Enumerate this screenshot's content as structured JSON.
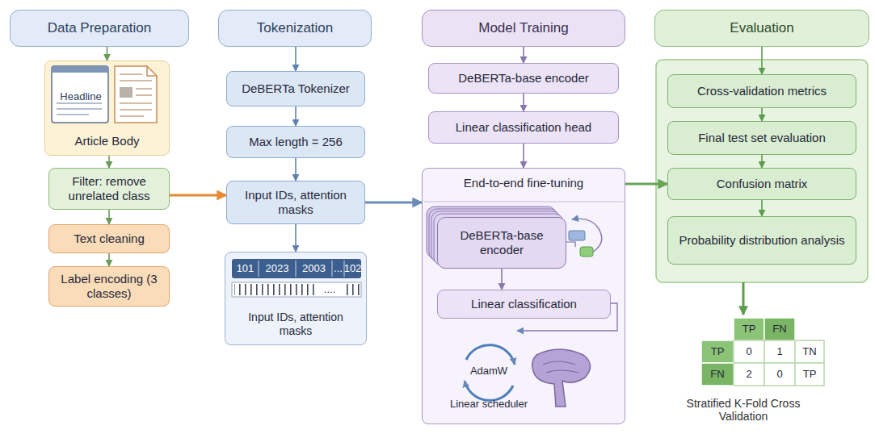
{
  "diagram": {
    "nodes": [
      {
        "text": [
          "Data Preparation"
        ]
      },
      {
        "text": [
          "Headline",
          "Article Body"
        ]
      },
      {
        "text": [
          "Filter: remove unrelated class"
        ]
      },
      {
        "text": [
          "Text cleaning"
        ]
      },
      {
        "text": [
          "Label encoding (3 classes)"
        ]
      },
      {
        "text": [
          "Tokenization"
        ]
      },
      {
        "text": [
          "DeBERTa Tokenizer"
        ]
      },
      {
        "text": [
          "Max length = 256"
        ]
      },
      {
        "text": [
          "Input IDs, attention masks"
        ]
      },
      {
        "text": [
          "Input IDs, attention masks"
        ]
      },
      {
        "text": [
          "Model Training"
        ]
      },
      {
        "text": [
          "DeBERTa-base encoder"
        ]
      },
      {
        "text": [
          "Linear classification head"
        ]
      },
      {
        "text": [
          "End-to-end fine-tuning"
        ]
      },
      {
        "text": [
          "DeBERTa-base encoder"
        ],
        "in": 13
      },
      {
        "text": [
          "Linear classification"
        ],
        "in": 13
      },
      {
        "text": [
          "Evaluation"
        ]
      },
      {
        "text": [
          "Cross-validation metrics"
        ]
      },
      {
        "text": [
          "Final test set evaluation"
        ]
      },
      {
        "text": [
          "Confusion matrix"
        ]
      },
      {
        "text": [
          "Probability distribution analysis"
        ]
      }
    ],
    "edges": [
      {
        "from": 0,
        "to": 1,
        "arrow": "to"
      },
      {
        "from": 1,
        "to": 2,
        "arrow": "to"
      },
      {
        "from": 2,
        "to": 3,
        "arrow": "to"
      },
      {
        "from": 3,
        "to": 4,
        "arrow": "to"
      },
      {
        "from": 2,
        "to": 8,
        "arrow": "to"
      },
      {
        "from": 5,
        "to": 6,
        "arrow": "to"
      },
      {
        "from": 6,
        "to": 7,
        "arrow": "to"
      },
      {
        "from": 7,
        "to": 8,
        "arrow": "to"
      },
      {
        "from": 8,
        "to": 9,
        "arrow": "to"
      },
      {
        "from": 8,
        "to": 13,
        "arrow": "to"
      },
      {
        "from": 10,
        "to": 11,
        "arrow": "to"
      },
      {
        "from": 11,
        "to": 12,
        "arrow": "to"
      },
      {
        "from": 12,
        "to": 13,
        "arrow": "to"
      },
      {
        "from": 14,
        "to": 15,
        "arrow": "to"
      },
      {
        "from": 13,
        "to": 19,
        "arrow": "to"
      },
      {
        "from": 16,
        "to": 17,
        "arrow": "to"
      },
      {
        "from": 17,
        "to": 18,
        "arrow": "to"
      },
      {
        "from": 18,
        "to": 19,
        "arrow": "to"
      },
      {
        "from": 19,
        "to": 20,
        "arrow": "to"
      }
    ],
    "labels": [
      "101",
      "2023",
      "2003",
      "...",
      "102",
      "....",
      "AdamW",
      "Linear scheduler",
      "TP",
      "FN",
      "TP",
      "0",
      "1",
      "TN",
      "FN",
      "2",
      "0",
      "TP",
      "Stratified K-Fold Cross Validation"
    ]
  }
}
